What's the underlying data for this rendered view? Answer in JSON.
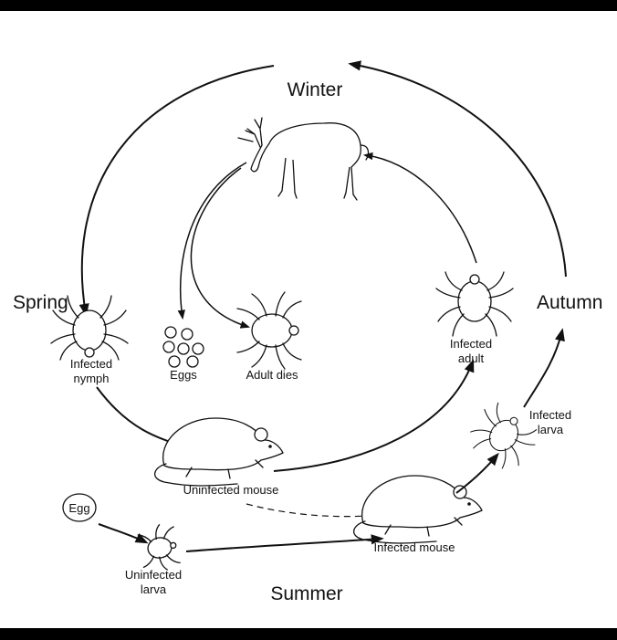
{
  "seasons": {
    "winter": "Winter",
    "spring": "Spring",
    "summer": "Summer",
    "autumn": "Autumn"
  },
  "stages": {
    "infected_nymph": [
      "Infected",
      "nymph"
    ],
    "eggs": "Eggs",
    "adult_dies": "Adult dies",
    "infected_adult": [
      "Infected",
      "adult"
    ],
    "infected_larva": [
      "Infected",
      "larva"
    ],
    "uninfected_mouse": "Uninfected mouse",
    "infected_mouse": "Infected mouse",
    "egg": "Egg",
    "uninfected_larva": [
      "Uninfected",
      "larva"
    ]
  },
  "hosts": [
    "deer-icon",
    "mouse-icon",
    "tick-icon",
    "egg-icon"
  ],
  "colors": {
    "ink": "#111111",
    "background": "#ffffff",
    "rule": "#000000"
  }
}
